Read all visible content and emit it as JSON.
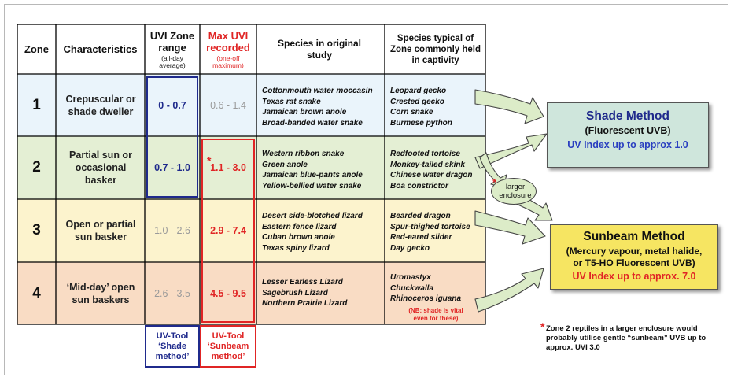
{
  "colors": {
    "row1": "#eaf4fb",
    "row2": "#e4efd4",
    "row3": "#fcf3cd",
    "row4": "#f9dcc4",
    "blue": "#1f2a8c",
    "red": "#e02525",
    "gray": "#999999",
    "shade_box": "#cfe6dc",
    "sunbeam_box": "#f6e562",
    "arrow_fill": "#dcecc8"
  },
  "headers": {
    "zone": "Zone",
    "characteristics": "Characteristics",
    "uvi_range": "UVI Zone range",
    "uvi_range_sub": "(all-day average)",
    "max_uvi": "Max UVI recorded",
    "max_uvi_sub": "(one-off maximum)",
    "species_original": "Species in original study",
    "species_captivity": "Species typical of Zone commonly held in captivity"
  },
  "rows": [
    {
      "zone": "1",
      "characteristics": "Crepuscular or shade dweller",
      "uvi_range": "0 - 0.7",
      "max_uvi": "0.6 - 1.4",
      "species_original": [
        "Cottonmouth water moccasin",
        "Texas rat snake",
        "Jamaican brown anole",
        "Broad-banded water snake"
      ],
      "species_captivity": [
        "Leopard gecko",
        "Crested gecko",
        "Corn snake",
        "Burmese python"
      ]
    },
    {
      "zone": "2",
      "characteristics": "Partial sun or occasional basker",
      "uvi_range": "0.7 - 1.0",
      "max_uvi": "1.1 - 3.0",
      "max_star": "*",
      "species_original": [
        "Western ribbon snake",
        "Green anole",
        "Jamaican blue-pants anole",
        "Yellow-bellied water snake"
      ],
      "species_captivity": [
        "Redfooted tortoise",
        "Monkey-tailed skink",
        "Chinese water dragon",
        "Boa constrictor"
      ]
    },
    {
      "zone": "3",
      "characteristics": "Open or partial sun basker",
      "uvi_range": "1.0 - 2.6",
      "max_uvi": "2.9 - 7.4",
      "species_original": [
        "Desert side-blotched lizard",
        "Eastern fence lizard",
        "Cuban brown anole",
        "Texas spiny lizard"
      ],
      "species_captivity": [
        "Bearded dragon",
        "Spur-thighed tortoise",
        "Red-eared slider",
        "Day gecko"
      ]
    },
    {
      "zone": "4",
      "characteristics": "‘Mid-day’ open sun baskers",
      "uvi_range": "2.6 - 3.5",
      "max_uvi": "4.5 - 9.5",
      "species_original": [
        "Lesser Earless Lizard",
        "Sagebrush Lizard",
        "Northern Prairie Lizard"
      ],
      "species_captivity": [
        "Uromastyx",
        "Chuckwalla",
        "Rhinoceros iguana"
      ],
      "note": "(NB: shade is vital even for these)"
    }
  ],
  "uvtool": {
    "shade": "UV-Tool ‘Shade method’",
    "sunbeam": "UV-Tool ‘Sunbeam method’"
  },
  "shade_method": {
    "title": "Shade Method",
    "subtitle": "(Fluorescent UVB)",
    "uv": "UV Index up to approx 1.0"
  },
  "sunbeam_method": {
    "title": "Sunbeam Method",
    "line1": "(Mercury vapour, metal halide,",
    "line2": "or T5-HO Fluorescent UVB)",
    "uv": "UV Index up to approx. 7.0"
  },
  "larger_enclosure": {
    "star": "*",
    "text": "larger enclosure"
  },
  "footnote": {
    "star": "*",
    "text": "Zone 2 reptiles in a larger enclosure would probably utilise gentle “sunbeam” UVB up to approx. UVI 3.0"
  }
}
